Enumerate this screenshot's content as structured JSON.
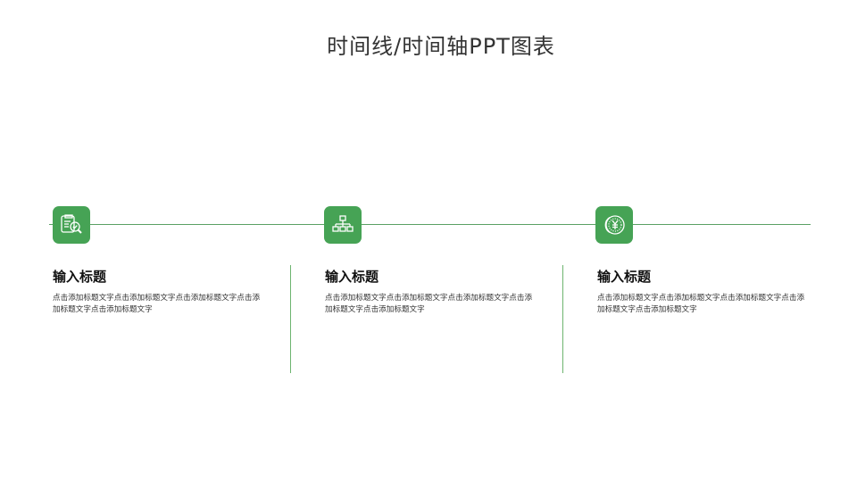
{
  "title": "时间线/时间轴PPT图表",
  "colors": {
    "accent": "#46a355",
    "line": "#5aa064",
    "divider": "#6db46f"
  },
  "items": [
    {
      "icon": "document-search-icon",
      "title": "输入标题",
      "text": "点击添加标题文字点击添加标题文字点击添加标题文字点击添加标题文字点击添加标题文字"
    },
    {
      "icon": "org-chart-icon",
      "title": "输入标题",
      "text": "点击添加标题文字点击添加标题文字点击添加标题文字点击添加标题文字点击添加标题文字"
    },
    {
      "icon": "yen-coin-icon",
      "title": "输入标题",
      "text": "点击添加标题文字点击添加标题文字点击添加标题文字点击添加标题文字点击添加标题文字"
    }
  ]
}
